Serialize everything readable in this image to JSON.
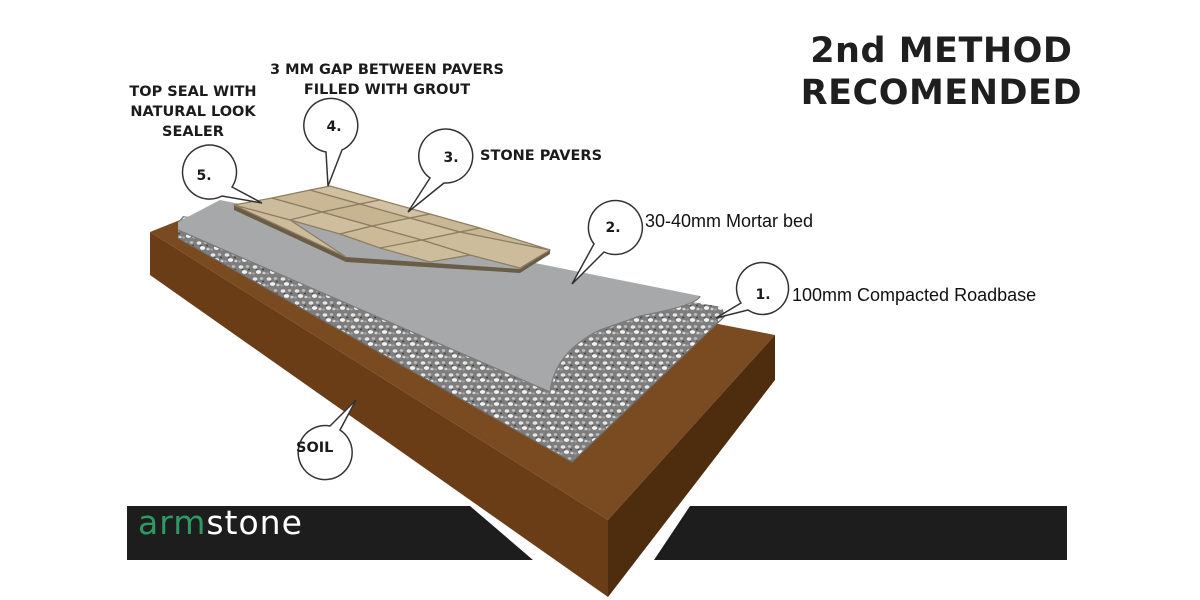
{
  "heading": {
    "line1": "2nd METHOD",
    "line2": "RECOMENDED"
  },
  "callouts": [
    {
      "number": "1.",
      "label": "100mm Compacted Roadbase"
    },
    {
      "number": "2.",
      "label": "30-40mm Mortar bed"
    },
    {
      "number": "3.",
      "label": "STONE PAVERS"
    },
    {
      "number": "4.",
      "label_line1": "3 MM GAP BETWEEN PAVERS",
      "label_line2": "FILLED WITH GROUT"
    },
    {
      "number": "5.",
      "label_line1": "TOP SEAL WITH",
      "label_line2": "NATURAL LOOK",
      "label_line3": "SEALER"
    }
  ],
  "soil_label": "SOIL",
  "logo": {
    "part1": "arm",
    "part2": "stone"
  },
  "colors": {
    "soil_top": "#7a4a20",
    "soil_side": "#5e3612",
    "gravel": "#8f8f8f",
    "mortar": "#a7a8aa",
    "paver": "#cdbc9b",
    "paver_edge": "#8e7d61",
    "banner": "#1d1d1d",
    "logo_green": "#2e9a63"
  }
}
